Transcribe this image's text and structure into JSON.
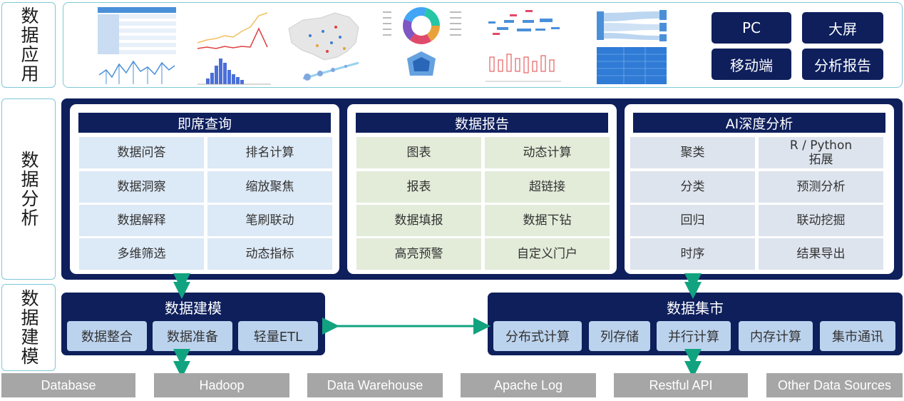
{
  "layers": {
    "application": "数据应用",
    "analysis": "数据分析",
    "modeling": "数据建模"
  },
  "devices": [
    "PC",
    "大屏",
    "移动端",
    "分析报告"
  ],
  "cards": [
    {
      "title": "即席查询",
      "items": [
        "数据问答",
        "排名计算",
        "数据洞察",
        "缩放聚焦",
        "数据解释",
        "笔刷联动",
        "多维筛选",
        "动态指标"
      ]
    },
    {
      "title": "数据报告",
      "items": [
        "图表",
        "动态计算",
        "报表",
        "超链接",
        "数据填报",
        "数据下钻",
        "高亮预警",
        "自定义门户"
      ]
    },
    {
      "title": "AI深度分析",
      "items": [
        "聚类",
        "R / Python\n拓展",
        "分类",
        "预测分析",
        "回归",
        "联动挖掘",
        "时序",
        "结果导出"
      ]
    }
  ],
  "modeling": {
    "title": "数据建模",
    "items": [
      "数据整合",
      "数据准备",
      "轻量ETL"
    ]
  },
  "mart": {
    "title": "数据集市",
    "items": [
      "分布式计算",
      "列存储",
      "并行计算",
      "内存计算",
      "集市通讯"
    ]
  },
  "sources": [
    "Database",
    "Hadoop",
    "Data Warehouse",
    "Apache Log",
    "Restful API",
    "Other Data Sources"
  ],
  "colors": {
    "navy": "#0e1f5c",
    "accent_green": "#11a37f",
    "source_gray": "#a6a6a6"
  }
}
